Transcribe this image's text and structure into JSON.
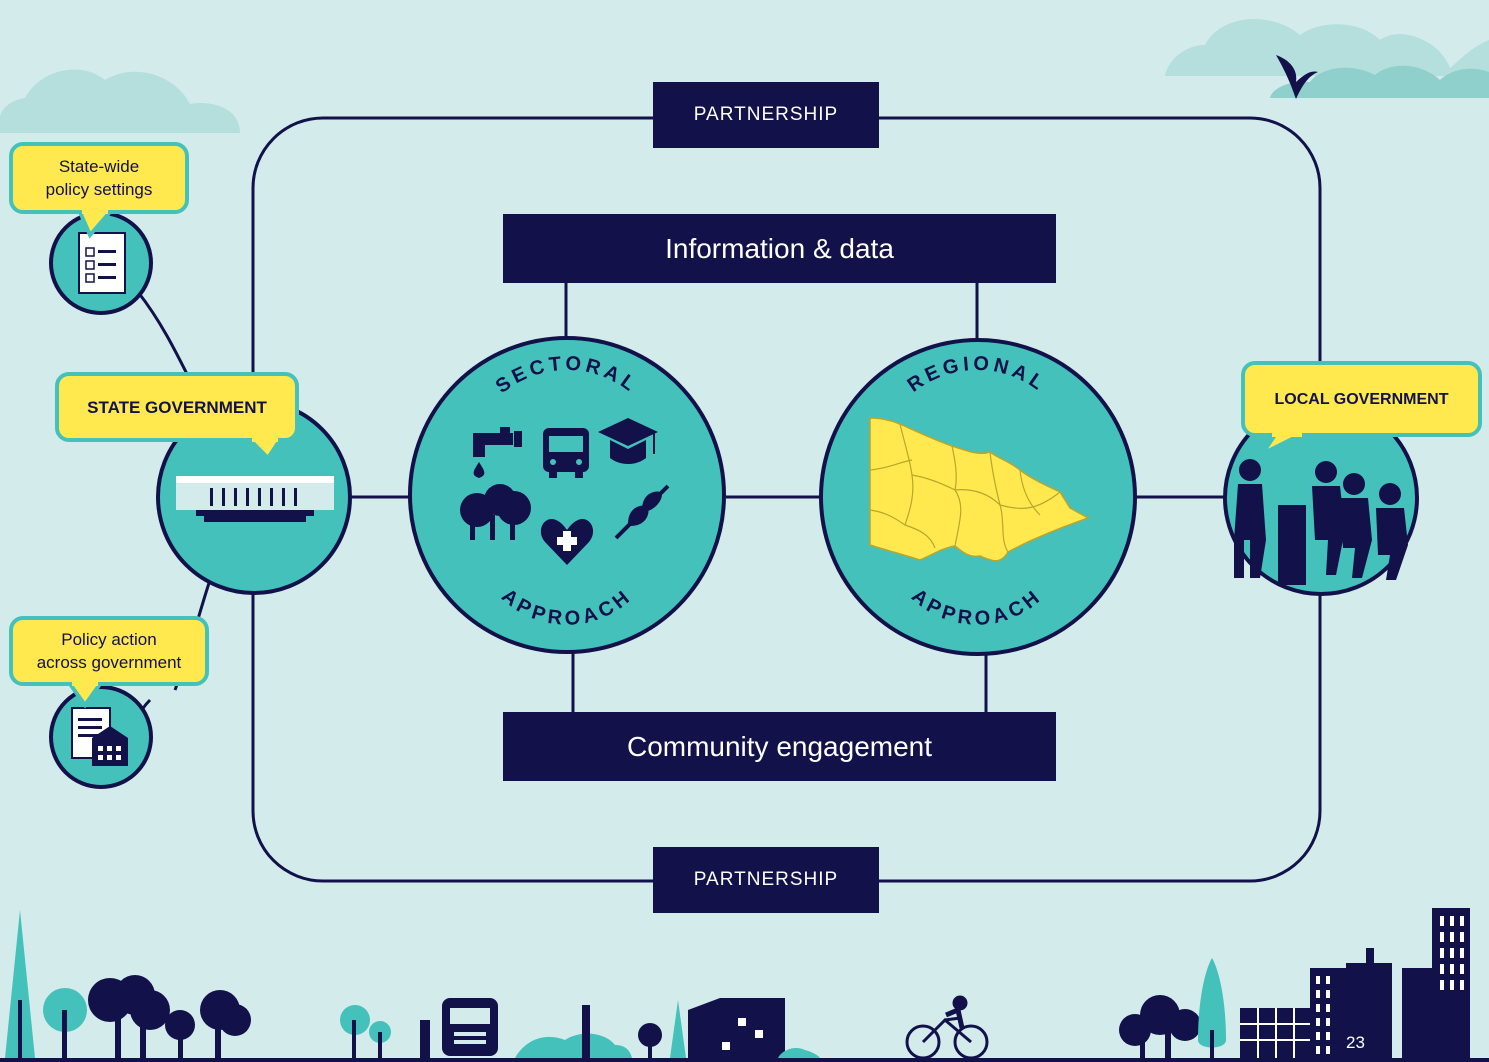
{
  "diagram": {
    "partnership_top": "PARTNERSHIP",
    "partnership_bottom": "PARTNERSHIP",
    "information_data": "Information & data",
    "community_engagement": "Community engagement",
    "sectoral_top_arc": "SECTORAL",
    "sectoral_bottom_arc": "APPROACH",
    "regional_top_arc": "REGIONAL",
    "regional_bottom_arc": "APPROACH",
    "state_government": "STATE GOVERNMENT",
    "local_government": "LOCAL GOVERNMENT",
    "statewide_policy": "State-wide\npolicy settings",
    "policy_action": "Policy action\nacross government"
  },
  "page_number": "23",
  "colors": {
    "navy": "#12114a",
    "teal": "#45c1bc",
    "yellow": "#ffe94f",
    "background": "#d4ebec"
  },
  "icons": [
    "checklist-document-icon",
    "parliament-building-icon",
    "document-building-icon",
    "water-tap-icon",
    "bus-icon",
    "graduation-cap-icon",
    "trees-icon",
    "health-heart-icon",
    "wheat-icon",
    "victoria-map-icon",
    "community-meeting-icon",
    "bird-icon"
  ]
}
